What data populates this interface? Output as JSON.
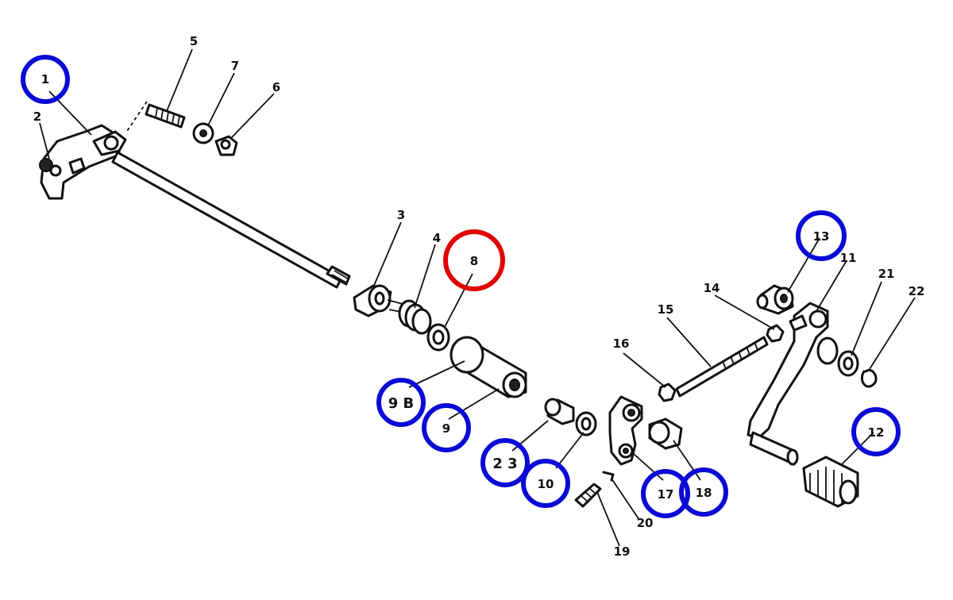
{
  "callouts": {
    "c1": "1",
    "c2": "2",
    "c3": "3",
    "c4": "4",
    "c5": "5",
    "c6": "6",
    "c7": "7",
    "c8": "8",
    "c9": "9",
    "c9b": "9 B",
    "c10": "10",
    "c11": "11",
    "c12": "12",
    "c13": "13",
    "c14": "14",
    "c15": "15",
    "c16": "16",
    "c17": "17",
    "c18": "18",
    "c19": "19",
    "c20": "20",
    "c21": "21",
    "c22": "22",
    "c23": "2 3"
  },
  "colors": {
    "highlight_blue": "#0a0ad6",
    "highlight_red": "#e00000",
    "line_art": "#111111"
  }
}
